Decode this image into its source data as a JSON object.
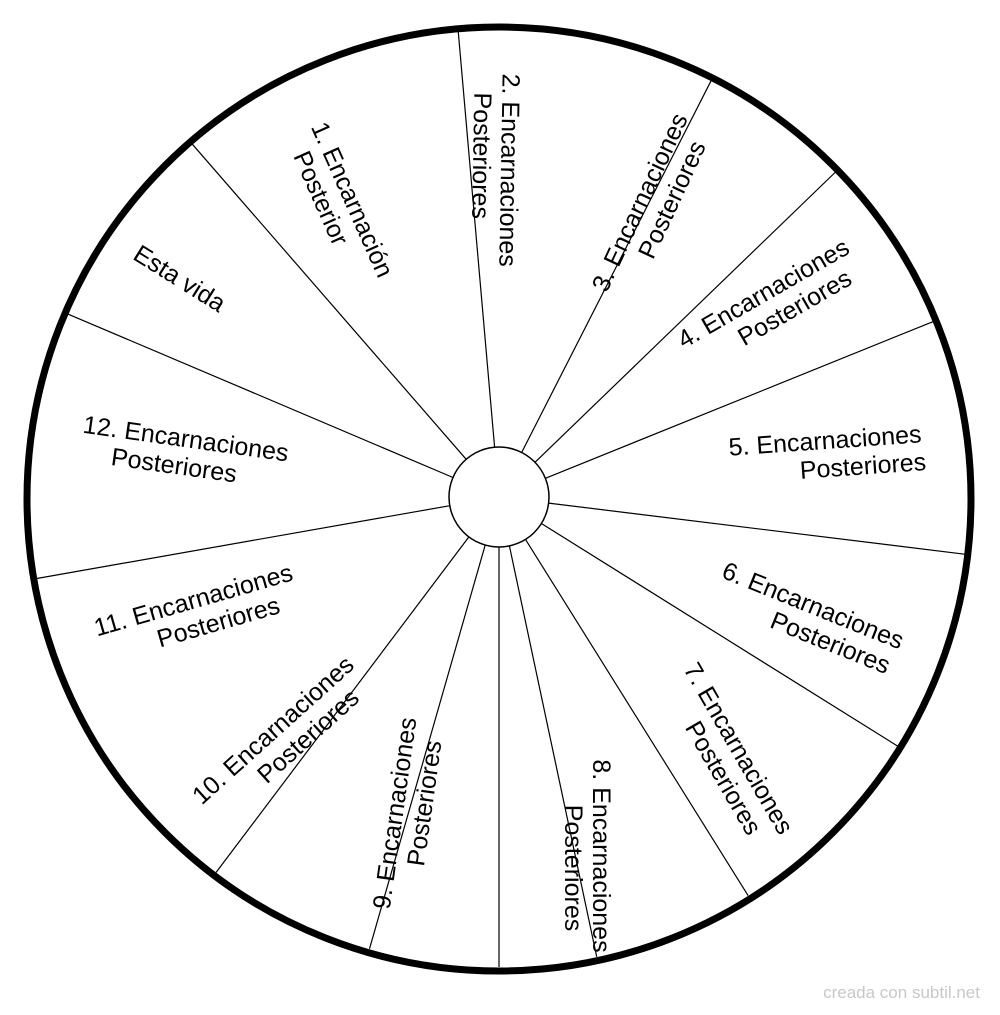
{
  "colors": {
    "line": "#000000",
    "fill": "#ffffff",
    "credit": "#c8c8c8"
  },
  "segments": [
    {
      "lines": [
        "1. Encarnación",
        "Posterior"
      ]
    },
    {
      "lines": [
        "2. Encarnaciones",
        "Posteriores"
      ]
    },
    {
      "lines": [
        "3. Encarnaciones",
        "Posteriores"
      ]
    },
    {
      "lines": [
        "4. Encarnaciones",
        "Posteriores"
      ]
    },
    {
      "lines": [
        "5. Encarnaciones",
        "Posteriores"
      ]
    },
    {
      "lines": [
        "6. Encarnaciones",
        "Posteriores"
      ]
    },
    {
      "lines": [
        "7. Encarnaciones",
        "Posteriores"
      ]
    },
    {
      "lines": [
        "8. Encarnaciones",
        "Posteriores"
      ]
    },
    {
      "lines": [
        "9. Encarnaciones",
        "Posteriores"
      ]
    },
    {
      "lines": [
        "10. Encarnaciones",
        "Posteriores"
      ]
    },
    {
      "lines": [
        "11. Encarnaciones",
        "Posteriores"
      ]
    },
    {
      "lines": [
        "12. Encarnaciones",
        "Posteriores"
      ]
    },
    {
      "lines": [
        "Esta vida"
      ]
    }
  ],
  "credit": "creada con subtil.net"
}
